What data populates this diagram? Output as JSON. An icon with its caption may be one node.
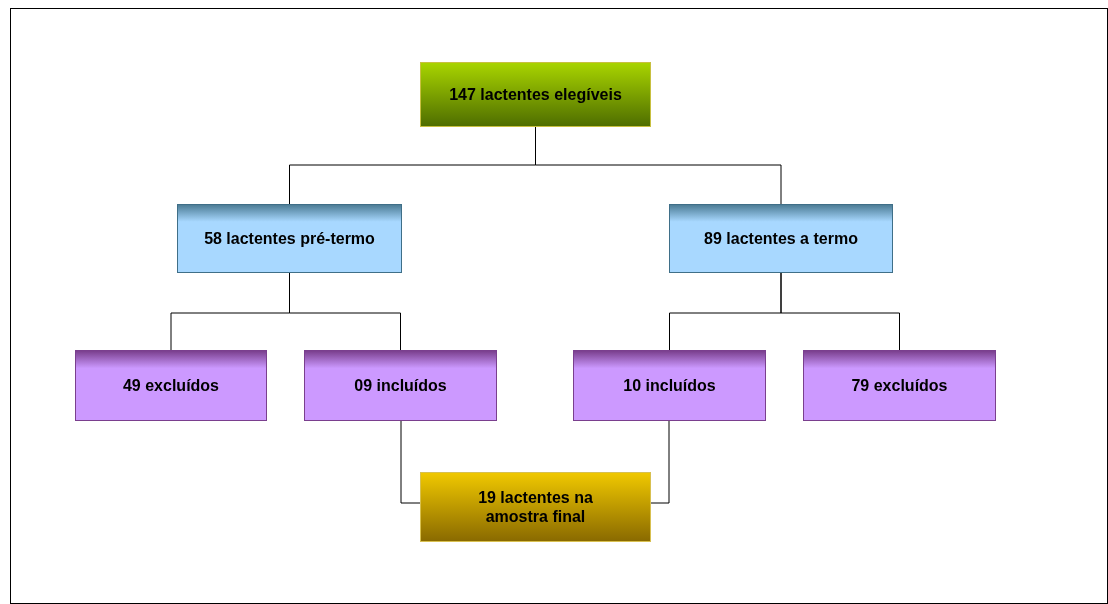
{
  "diagram": {
    "nodes": [
      {
        "text": [
          "147 lactentes elegíveis"
        ]
      },
      {
        "text": [
          "58 lactentes pré-termo"
        ]
      },
      {
        "text": [
          "89 lactentes a termo"
        ]
      },
      {
        "text": [
          "49 excluídos"
        ]
      },
      {
        "text": [
          "09 incluídos"
        ]
      },
      {
        "text": [
          "10 incluídos"
        ]
      },
      {
        "text": [
          "79 excluídos"
        ]
      },
      {
        "text": [
          "19 lactentes na amostra final"
        ]
      }
    ],
    "edges": [
      {
        "from": 0,
        "to": 1,
        "arrow": "none"
      },
      {
        "from": 0,
        "to": 2,
        "arrow": "none"
      },
      {
        "from": 1,
        "to": 3,
        "arrow": "none"
      },
      {
        "from": 1,
        "to": 4,
        "arrow": "none"
      },
      {
        "from": 2,
        "to": 5,
        "arrow": "none"
      },
      {
        "from": 2,
        "to": 6,
        "arrow": "none"
      },
      {
        "from": 4,
        "to": 7,
        "arrow": "none"
      },
      {
        "from": 5,
        "to": 7,
        "arrow": "none"
      }
    ]
  }
}
